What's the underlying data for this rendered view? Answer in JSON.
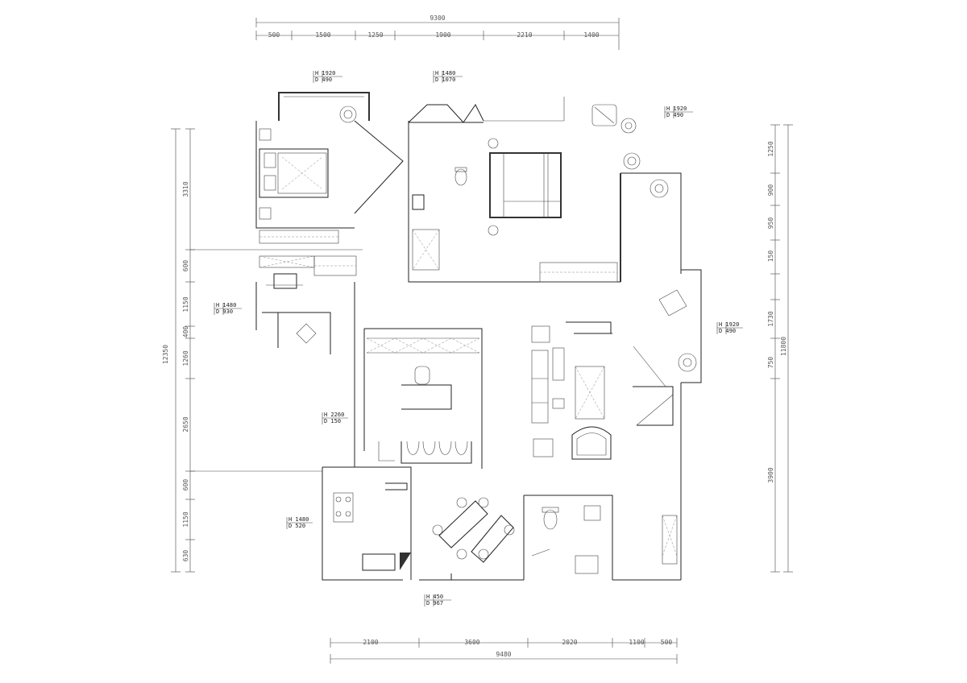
{
  "dimensions": {
    "top": {
      "total": "9300",
      "segments": [
        "500",
        "1500",
        "1250",
        "1900",
        "2210",
        "1400"
      ]
    },
    "bottom": {
      "total": "9480",
      "segments": [
        "2100",
        "3600",
        "2020",
        "1100",
        "500"
      ]
    },
    "left": {
      "total": "12350",
      "segments": [
        "3310",
        "600",
        "1150",
        "400",
        "1260",
        "2650",
        "600",
        "1150",
        "630"
      ]
    },
    "right": {
      "total": "11800",
      "segments": [
        "1250",
        "900",
        "950",
        "150",
        "1730",
        "750",
        "3900"
      ]
    }
  },
  "tags": [
    {
      "h": "H 1920",
      "d": "D 490"
    },
    {
      "h": "H 1480",
      "d": "D 1070"
    },
    {
      "h": "H 1920",
      "d": "D 490"
    },
    {
      "h": "H 1480",
      "d": "D 930"
    },
    {
      "h": "H 1920",
      "d": "D 490"
    },
    {
      "h": "H 2260",
      "d": "D 150"
    },
    {
      "h": "H 1480",
      "d": "D 520"
    },
    {
      "h": "H 450",
      "d": "D 967"
    }
  ]
}
